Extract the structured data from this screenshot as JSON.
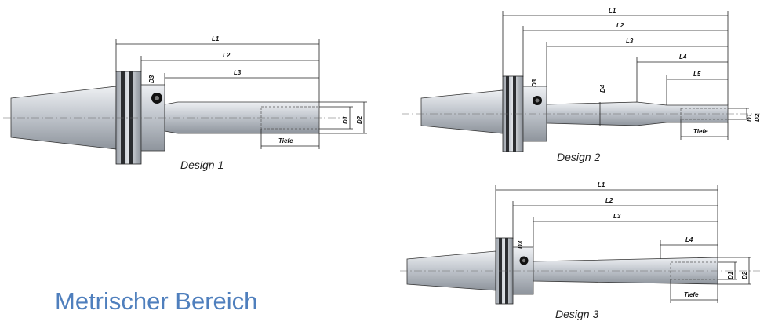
{
  "title": "Metrischer Bereich",
  "designs": [
    {
      "caption": "Design 1",
      "labels": {
        "L1": "L1",
        "L2": "L2",
        "L3": "L3",
        "D3": "D3",
        "D1": "D1",
        "D2": "D2",
        "depth": "Tiefe"
      }
    },
    {
      "caption": "Design 2",
      "labels": {
        "L1": "L1",
        "L2": "L2",
        "L3": "L3",
        "L4": "L4",
        "L5": "L5",
        "D3": "D3",
        "D4": "D4",
        "D1": "D1",
        "D2": "D2",
        "depth": "Tiefe"
      }
    },
    {
      "caption": "Design 3",
      "labels": {
        "L1": "L1",
        "L2": "L2",
        "L3": "L3",
        "L4": "L4",
        "D3": "D3",
        "D1": "D1",
        "D2": "D2",
        "depth": "Tiefe"
      }
    }
  ],
  "colors": {
    "title": "#4f7fbd",
    "metal": "#c8ccd2",
    "line": "#222222"
  }
}
